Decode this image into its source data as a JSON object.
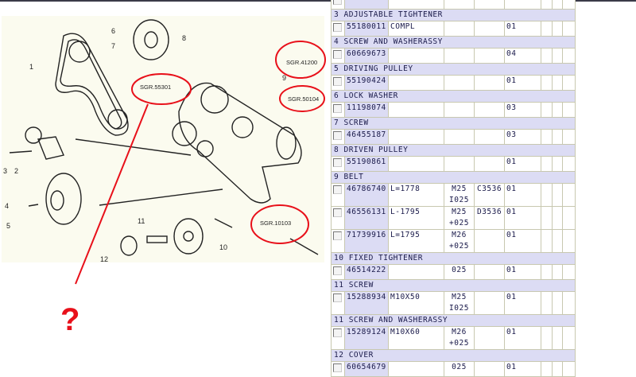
{
  "diagram": {
    "callouts": [
      "1",
      "2",
      "3",
      "4",
      "5",
      "6",
      "7",
      "8",
      "9",
      "10",
      "11",
      "12"
    ],
    "references": [
      "SGR.41200",
      "SGR.50104",
      "SGR.55301",
      "SGR.10103"
    ],
    "question_mark": "?",
    "annotation_color": "#e8101a"
  },
  "parts": {
    "groups": [
      {
        "num": "3",
        "name": "ADJUSTABLE TIGHTENER",
        "rows": [
          {
            "part": "55180011",
            "desc": "COMPL",
            "mod": "",
            "code": "",
            "qty": "01"
          }
        ]
      },
      {
        "num": "4",
        "name": "SCREW AND WASHERASSY",
        "rows": [
          {
            "part": "60669673",
            "desc": "",
            "mod": "",
            "code": "",
            "qty": "04"
          }
        ]
      },
      {
        "num": "5",
        "name": "DRIVING PULLEY",
        "rows": [
          {
            "part": "55190424",
            "desc": "",
            "mod": "",
            "code": "",
            "qty": "01"
          }
        ]
      },
      {
        "num": "6",
        "name": "LOCK WASHER",
        "rows": [
          {
            "part": "11198074",
            "desc": "",
            "mod": "",
            "code": "",
            "qty": "03"
          }
        ]
      },
      {
        "num": "7",
        "name": "SCREW",
        "rows": [
          {
            "part": "46455187",
            "desc": "",
            "mod": "",
            "code": "",
            "qty": "03"
          }
        ]
      },
      {
        "num": "8",
        "name": "DRIVEN PULLEY",
        "rows": [
          {
            "part": "55190861",
            "desc": "",
            "mod": "",
            "code": "",
            "qty": "01"
          }
        ]
      },
      {
        "num": "9",
        "name": "BELT",
        "rows": [
          {
            "part": "46786740",
            "desc": "L=1778",
            "mod": "M25",
            "mod2": "I025",
            "code": "C3536",
            "qty": "01"
          },
          {
            "part": "46556131",
            "desc": "L-1795",
            "mod": "M25",
            "mod2": "+025",
            "code": "D3536",
            "qty": "01"
          },
          {
            "part": "71739916",
            "desc": "L=1795",
            "mod": "M26",
            "mod2": "+025",
            "code": "",
            "qty": "01"
          }
        ]
      },
      {
        "num": "10",
        "name": "FIXED TIGHTENER",
        "rows": [
          {
            "part": "46514222",
            "desc": "",
            "mod": "025",
            "code": "",
            "qty": "01"
          }
        ]
      },
      {
        "num": "11",
        "name": "SCREW",
        "rows": [
          {
            "part": "15288934",
            "desc": "M10X50",
            "mod": "M25",
            "mod2": "I025",
            "code": "",
            "qty": "01"
          }
        ]
      },
      {
        "num": "11",
        "name": "SCREW AND WASHERASSY",
        "rows": [
          {
            "part": "15289124",
            "desc": "M10X60",
            "mod": "M26",
            "mod2": "+025",
            "code": "",
            "qty": "01"
          }
        ]
      },
      {
        "num": "12",
        "name": "COVER",
        "rows": [
          {
            "part": "60654679",
            "desc": "",
            "mod": "025",
            "code": "",
            "qty": "01"
          }
        ]
      }
    ]
  }
}
